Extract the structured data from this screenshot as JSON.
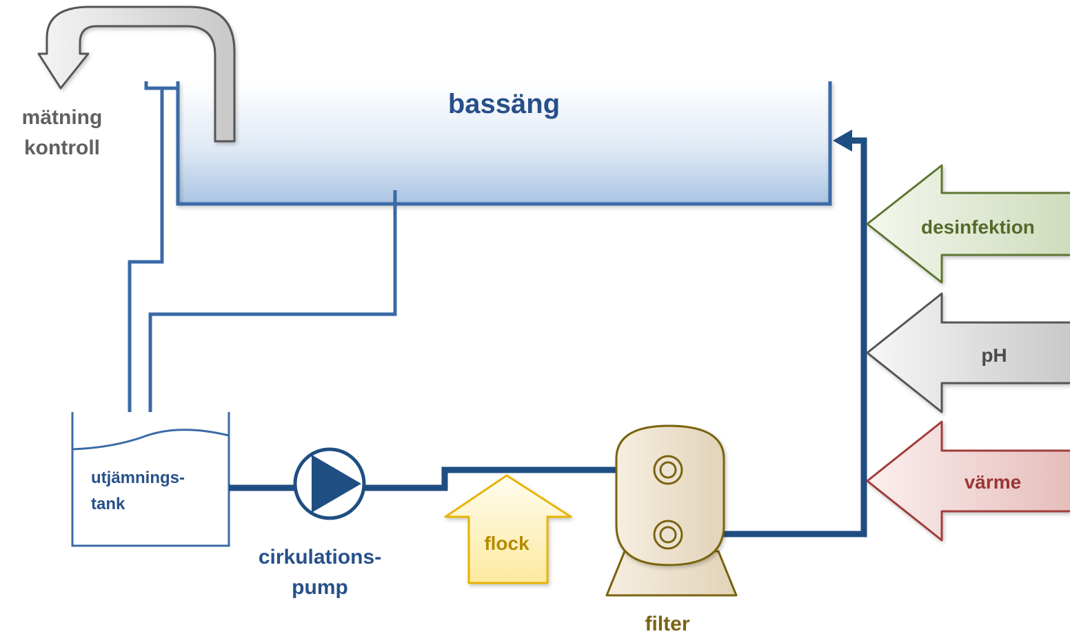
{
  "labels": {
    "basin": "bassäng",
    "measurement_line1": "mätning",
    "measurement_line2": "kontroll",
    "balance_tank_line1": "utjämnings-",
    "balance_tank_line2": "tank",
    "pump_line1": "cirkulations-",
    "pump_line2": "pump",
    "flocculant": "flock",
    "filter": "filter",
    "disinfection": "desinfektion",
    "ph": "pH",
    "heating": "värme"
  },
  "colors": {
    "pipe": "#1f4e82",
    "pipe_thin": "#3a6aa6",
    "basin_label": "#27508a",
    "measurement_label": "#606060",
    "flock_stroke": "#e8b400",
    "flock_text": "#b58a00",
    "filter_stroke": "#7a6310",
    "filter_label": "#7a6310",
    "disinfection_stroke": "#5d7630",
    "disinfection_text": "#546a2c",
    "ph_stroke": "#555555",
    "ph_text": "#4a4a4a",
    "heating_stroke": "#a03c3a",
    "heating_text": "#9a3634"
  },
  "icons": {
    "return_arrow": "u-turn-arrow-icon",
    "pump": "pump-icon",
    "filter": "filter-vessel-icon"
  }
}
